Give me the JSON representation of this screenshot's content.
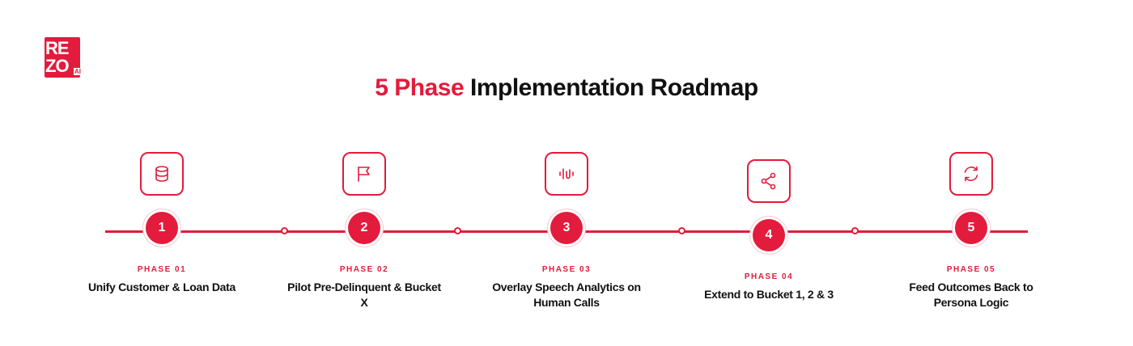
{
  "logo": {
    "line1": "RE",
    "line2": "ZO",
    "suffix": "AI"
  },
  "title": {
    "accent": "5 Phase",
    "rest": "Implementation Roadmap"
  },
  "colors": {
    "accent": "#e31b3c",
    "text": "#111111"
  },
  "phases": [
    {
      "number": "1",
      "label": "PHASE 01",
      "title": "Unify Customer & Loan Data",
      "icon": "database-icon"
    },
    {
      "number": "2",
      "label": "PHASE 02",
      "title": "Pilot Pre-Delinquent & Bucket X",
      "icon": "flag-icon"
    },
    {
      "number": "3",
      "label": "PHASE 03",
      "title": "Overlay Speech Analytics on Human Calls",
      "icon": "audio-wave-icon"
    },
    {
      "number": "4",
      "label": "PHASE 04",
      "title": "Extend to Bucket 1, 2 & 3",
      "icon": "share-icon"
    },
    {
      "number": "5",
      "label": "PHASE 05",
      "title": "Feed Outcomes Back to Persona Logic",
      "icon": "refresh-icon"
    }
  ]
}
